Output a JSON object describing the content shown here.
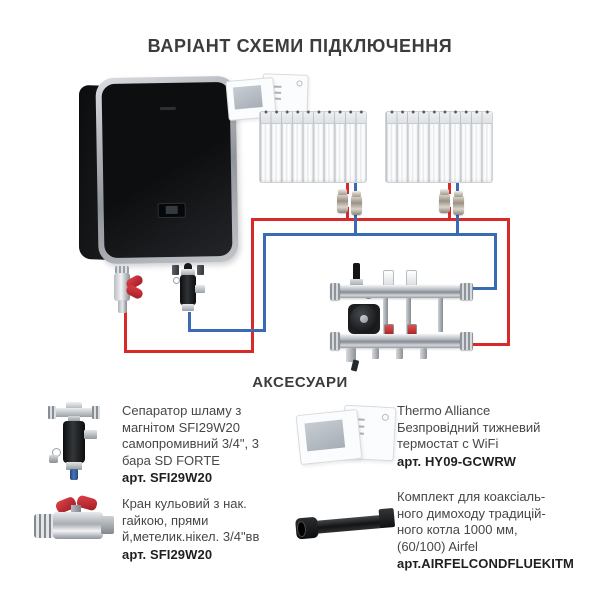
{
  "page": {
    "title": "ВАРІАНТ СХЕМИ ПІДКЛЮЧЕННЯ"
  },
  "scheme": {
    "supply_color": "#d92a2a",
    "return_color": "#3b6ab5",
    "components": [
      "boiler",
      "wireless-thermostat",
      "radiator",
      "radiator",
      "manifold-with-pump",
      "ball-valve",
      "sludge-separator"
    ]
  },
  "accessories": {
    "title": "АКСЕСУАРИ",
    "items": [
      {
        "image": "sludge-separator",
        "lines": [
          "Сепаратор шламу з",
          "магнітом SFI29W20",
          "самопромивний 3/4\", 3",
          "бара SD FORTE"
        ],
        "art": "арт. SFI29W20"
      },
      {
        "image": "wifi-thermostat",
        "lines": [
          "Thermo Alliance",
          "Безпровідний тижневий",
          "термостат с WiFi"
        ],
        "art": "арт. HY09-GCWRW"
      },
      {
        "image": "ball-valve",
        "lines": [
          "Кран кульовий з нак.",
          "гайкою, прями",
          "й,метелик.нікел. 3/4\"вв"
        ],
        "art": "арт. SFI29W20"
      },
      {
        "image": "coaxial-flue-kit",
        "lines": [
          "Комплект для коаксіаль-",
          "ного димоходу традицій-",
          "ного котла 1000 мм,",
          "(60/100) Airfel"
        ],
        "art": "арт.AIRFELCONDFLUEKITM"
      }
    ]
  }
}
